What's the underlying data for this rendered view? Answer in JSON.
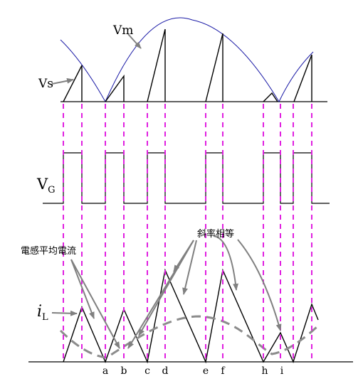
{
  "labels": {
    "vm": "Vm",
    "vs": "Vs",
    "vg_main": "V",
    "vg_sub": "G",
    "il_main": "i",
    "il_sub": "L",
    "avg_current": "電感平均電流",
    "equal_slope": "斜率相等"
  },
  "time_points": [
    "a",
    "b",
    "c",
    "d",
    "e",
    "f",
    "h",
    "i"
  ],
  "colors": {
    "sine": "#1a1aa6",
    "marker": "#e020e0",
    "arrow": "#808080",
    "avg_dash": "#8c8c8c",
    "line": "#000000"
  }
}
